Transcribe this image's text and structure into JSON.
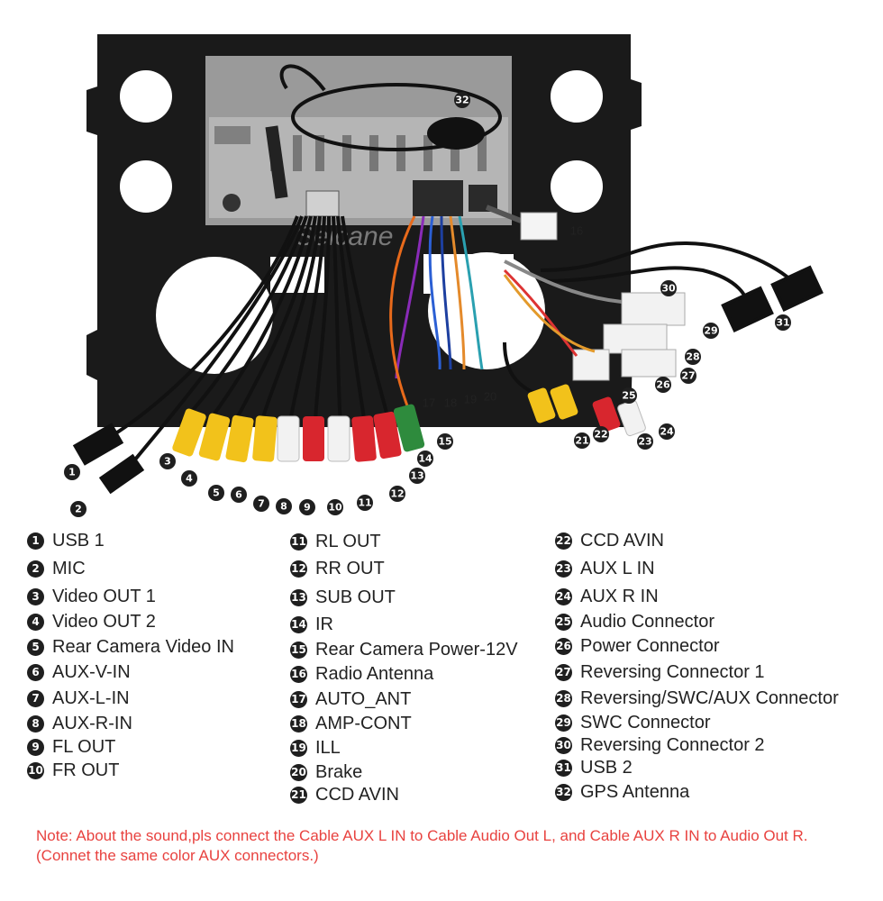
{
  "watermark": "Seicane",
  "diagram_labels": {
    "c1": "1",
    "c2": "2",
    "c3": "3",
    "c4": "4",
    "c5": "5",
    "c6": "6",
    "c7": "7",
    "c8": "8",
    "c9": "9",
    "c10": "10",
    "c11": "11",
    "c12": "12",
    "c13": "13",
    "c14": "14",
    "c15": "15",
    "c16": "16",
    "c17": "17",
    "c18": "18",
    "c19": "19",
    "c20": "20",
    "c21": "21",
    "c22": "22",
    "c23": "23",
    "c24": "24",
    "c25": "25",
    "c26": "26",
    "c27": "27",
    "c28": "28",
    "c29": "29",
    "c30": "30",
    "c31": "31",
    "c32": "32"
  },
  "legend": {
    "col1": [
      {
        "num": "1",
        "label": "USB 1"
      },
      {
        "num": "2",
        "label": "MIC"
      },
      {
        "num": "3",
        "label": "Video OUT 1"
      },
      {
        "num": "4",
        "label": "Video OUT 2"
      },
      {
        "num": "5",
        "label": "Rear Camera Video IN"
      },
      {
        "num": "6",
        "label": "AUX-V-IN"
      },
      {
        "num": "7",
        "label": "AUX-L-IN"
      },
      {
        "num": "8",
        "label": "AUX-R-IN"
      },
      {
        "num": "9",
        "label": "FL OUT"
      },
      {
        "num": "10",
        "label": "FR OUT"
      }
    ],
    "col2": [
      {
        "num": "11",
        "label": "RL OUT"
      },
      {
        "num": "12",
        "label": "RR OUT"
      },
      {
        "num": "13",
        "label": "SUB OUT"
      },
      {
        "num": "14",
        "label": "IR"
      },
      {
        "num": "15",
        "label": "Rear Camera Power-12V"
      },
      {
        "num": "16",
        "label": "Radio Antenna"
      },
      {
        "num": "17",
        "label": "AUTO_ANT"
      },
      {
        "num": "18",
        "label": "AMP-CONT"
      },
      {
        "num": "19",
        "label": "ILL"
      },
      {
        "num": "20",
        "label": "Brake"
      },
      {
        "num": "21",
        "label": "CCD AVIN"
      }
    ],
    "col3": [
      {
        "num": "22",
        "label": "CCD AVIN"
      },
      {
        "num": "23",
        "label": "AUX L IN"
      },
      {
        "num": "24",
        "label": "AUX R IN"
      },
      {
        "num": "25",
        "label": "Audio Connector"
      },
      {
        "num": "26",
        "label": "Power Connector"
      },
      {
        "num": "27",
        "label": "Reversing Connector 1"
      },
      {
        "num": "28",
        "label": "Reversing/SWC/AUX Connector"
      },
      {
        "num": "29",
        "label": "SWC Connector"
      },
      {
        "num": "30",
        "label": "Reversing Connector 2"
      },
      {
        "num": "31",
        "label": "USB 2"
      },
      {
        "num": "32",
        "label": "GPS Antenna"
      }
    ]
  },
  "note": "Note: About the sound,pls connect the Cable AUX L IN to Cable Audio Out L, and Cable AUX R IN to Audio Out R.(Connet the same color AUX connectors.)",
  "colors": {
    "note": "#e8423f",
    "badge": "#1f1f1f",
    "panel": "#1a1a1a",
    "rca_yellow": "#f2c21b",
    "rca_red": "#d8262e",
    "rca_white": "#f2f2f2",
    "rca_green": "#2e8b3d"
  }
}
